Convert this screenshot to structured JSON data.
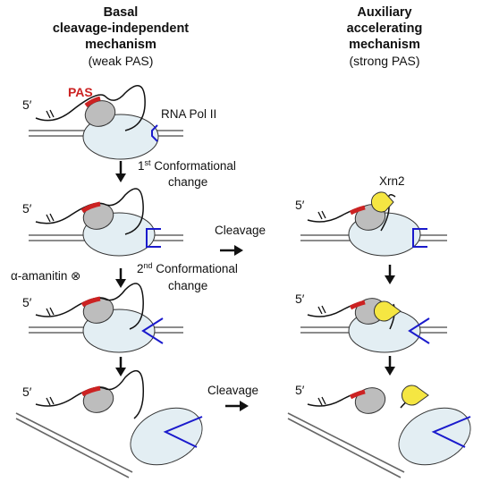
{
  "left_header": {
    "line1": "Basal",
    "line2": "cleavage-independent",
    "line3": "mechanism",
    "note": "(weak PAS)"
  },
  "right_header": {
    "line1": "Auxiliary",
    "line2": "accelerating",
    "line3": "mechanism",
    "note": "(strong PAS)"
  },
  "labels": {
    "pas": "PAS",
    "pol2": "RNA Pol II",
    "five_prime": "5′",
    "xrn2": "Xrn2",
    "cleavage": "Cleavage",
    "first_change_num": "1",
    "first_change_sup": "st",
    "first_change_word": "Conformational",
    "first_change_line2": "change",
    "second_change_num": "2",
    "second_change_sup": "nd",
    "second_change_word": "Conformational",
    "second_change_line2": "change",
    "amanitin": "α-amanitin ⊗"
  },
  "colors": {
    "pas": "#cc2222",
    "polymerase_fill": "#e3eef3",
    "factor_fill": "#bdbdbd",
    "active_site": "#1a1acc",
    "xrn2_fill": "#f5e642",
    "dna": "#666666"
  }
}
